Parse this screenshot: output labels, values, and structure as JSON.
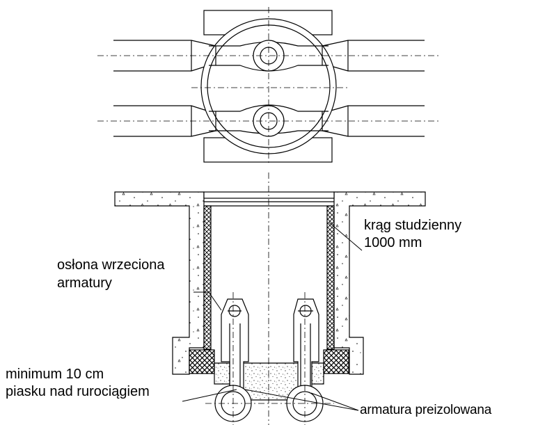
{
  "labels": {
    "ring_line1": "krąg studzienny",
    "ring_line2": "1000 mm",
    "spindle_line1": "osłona wrzeciona",
    "spindle_line2": "armatury",
    "sand_line1": "minimum 10 cm",
    "sand_line2": "piasku nad rurociągiem",
    "fittings": "armatura preizolowana"
  },
  "colors": {
    "line": "#000000",
    "background": "#ffffff"
  }
}
